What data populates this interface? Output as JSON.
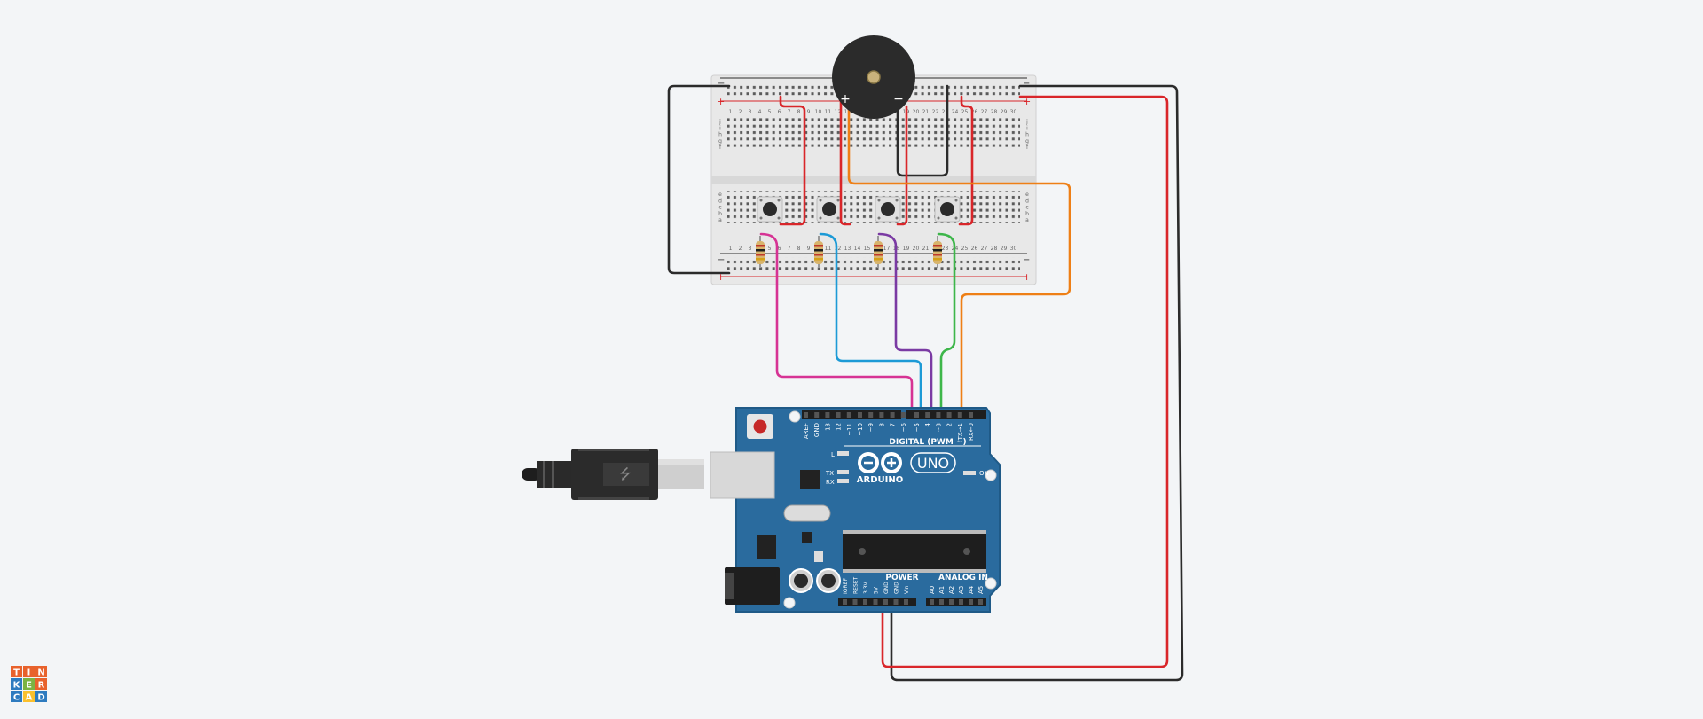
{
  "logo": {
    "letters": [
      "T",
      "I",
      "N",
      "K",
      "E",
      "R",
      "C",
      "A",
      "D"
    ],
    "colors": [
      "#e8622c",
      "#e8622c",
      "#e8622c",
      "#2e7bbf",
      "#7cb342",
      "#e8622c",
      "#2e7bbf",
      "#fbc02d",
      "#2e7bbf"
    ]
  },
  "breadboard": {
    "rail_minus": "−",
    "rail_plus": "+",
    "row_letters_top": [
      "j",
      "i",
      "h",
      "g",
      "f"
    ],
    "row_letters_bottom": [
      "e",
      "d",
      "c",
      "b",
      "a"
    ],
    "column_numbers": [
      "1",
      "2",
      "3",
      "4",
      "5",
      "6",
      "7",
      "8",
      "9",
      "10",
      "11",
      "12",
      "13",
      "14",
      "15",
      "16",
      "17",
      "18",
      "19",
      "20",
      "21",
      "22",
      "23",
      "24",
      "25",
      "26",
      "27",
      "28",
      "29",
      "30"
    ]
  },
  "buzzer": {
    "plus": "+",
    "minus": "−"
  },
  "arduino": {
    "brand": "ARDUINO",
    "model": "UNO",
    "digital_label": "DIGITAL (PWM ~)",
    "power_label": "POWER",
    "analog_label": "ANALOG IN",
    "on_label": "ON",
    "l_label": "L",
    "tx_label": "TX",
    "rx_label": "RX",
    "digital_pins": [
      "AREF",
      "GND",
      "13",
      "12",
      "~11",
      "~10",
      "~9",
      "8",
      "7",
      "~6",
      "~5",
      "4",
      "~3",
      "2",
      "TX→1",
      "RX←0"
    ],
    "power_pins": [
      "IOREF",
      "RESET",
      "3.3V",
      "5V",
      "GND",
      "GND",
      "Vin"
    ],
    "analog_pins": [
      "A0",
      "A1",
      "A2",
      "A3",
      "A4",
      "A5"
    ]
  },
  "colors": {
    "wire_black": "#2b2b2b",
    "wire_red": "#d9262a",
    "wire_orange": "#ee7f16",
    "wire_pink": "#d63394",
    "wire_blue": "#1c9ad6",
    "wire_purple": "#7a3aa3",
    "wire_green": "#3db64a",
    "board_blue": "#2a6b9e"
  }
}
